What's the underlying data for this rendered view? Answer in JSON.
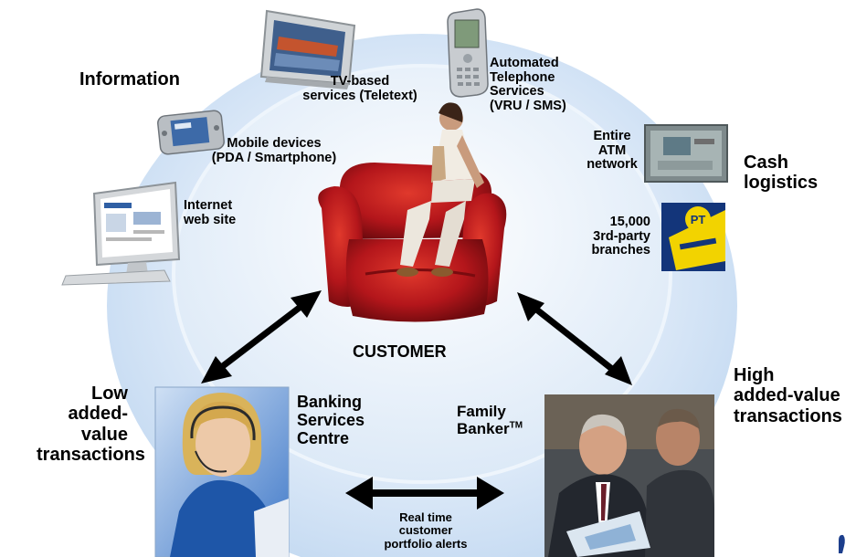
{
  "labels": {
    "information": "Information",
    "tv_services": [
      "TV-based",
      "services (Teletext)"
    ],
    "telephone_services": [
      "Automated",
      "Telephone",
      "Services",
      "(VRU / SMS)"
    ],
    "mobile_devices": [
      "Mobile devices",
      "(PDA / Smartphone)"
    ],
    "internet": [
      "Internet",
      "web site"
    ],
    "atm": [
      "Entire",
      "ATM",
      "network"
    ],
    "cash_logistics": [
      "Cash",
      "logistics"
    ],
    "branches": [
      "15,000",
      "3rd-party",
      "branches"
    ],
    "customer": "CUSTOMER",
    "low_value": [
      "Low",
      "added-value",
      "transactions"
    ],
    "banking_centre": [
      "Banking",
      "Services",
      "Centre"
    ],
    "family_banker": [
      "Family",
      "Banker",
      "TM"
    ],
    "high_value": [
      "High",
      "added-value",
      "transactions"
    ],
    "realtime": [
      "Real time",
      "customer",
      "portfolio alerts"
    ]
  },
  "logo_text": "PT",
  "colors": {
    "ellipse_fill": "#d6e6f7",
    "ellipse_edge": "#f2f7fd",
    "inner_ellipse": "#e9f1fa",
    "arrow": "#000000",
    "chair": "#b4161b",
    "logo_yellow": "#f2d300",
    "logo_blue": "#1c3e8c"
  },
  "icons": [
    "tv-icon",
    "mobile-phone-icon",
    "pda-icon",
    "computer-monitor-icon",
    "atm-icon",
    "post-office-logo-icon",
    "armchair-customer-icon",
    "call-centre-agent-photo",
    "family-banker-photo"
  ]
}
